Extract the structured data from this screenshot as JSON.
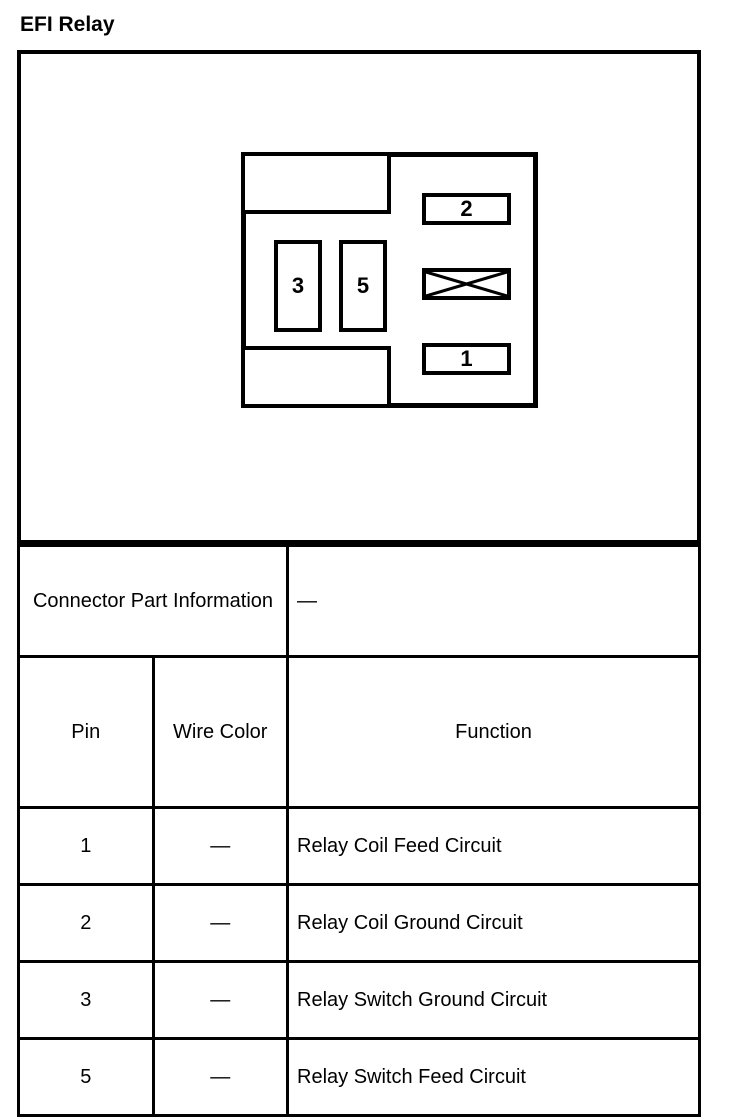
{
  "page": {
    "title": "EFI Relay"
  },
  "diagram": {
    "name": "relay-connector-face-view",
    "cavities": [
      {
        "id": "top-left-blank",
        "label": ""
      },
      {
        "id": "bottom-left-blank",
        "label": ""
      },
      {
        "id": "pin-3",
        "label": "3"
      },
      {
        "id": "pin-5",
        "label": "5"
      },
      {
        "id": "pin-2",
        "label": "2"
      },
      {
        "id": "pin-1",
        "label": "1"
      },
      {
        "id": "crossed-blank",
        "label": ""
      }
    ]
  },
  "connector_part_information": {
    "label": "Connector Part Information",
    "value": "—"
  },
  "table": {
    "headers": {
      "pin": "Pin",
      "wire_color": "Wire Color",
      "function": "Function"
    },
    "rows": [
      {
        "pin": "1",
        "wire_color": "—",
        "function": "Relay Coil Feed Circuit"
      },
      {
        "pin": "2",
        "wire_color": "—",
        "function": "Relay Coil Ground Circuit"
      },
      {
        "pin": "3",
        "wire_color": "—",
        "function": "Relay Switch Ground Circuit"
      },
      {
        "pin": "5",
        "wire_color": "—",
        "function": "Relay Switch Feed Circuit"
      }
    ]
  },
  "colors": {
    "line": "#000000",
    "background": "#ffffff",
    "text": "#000000"
  }
}
